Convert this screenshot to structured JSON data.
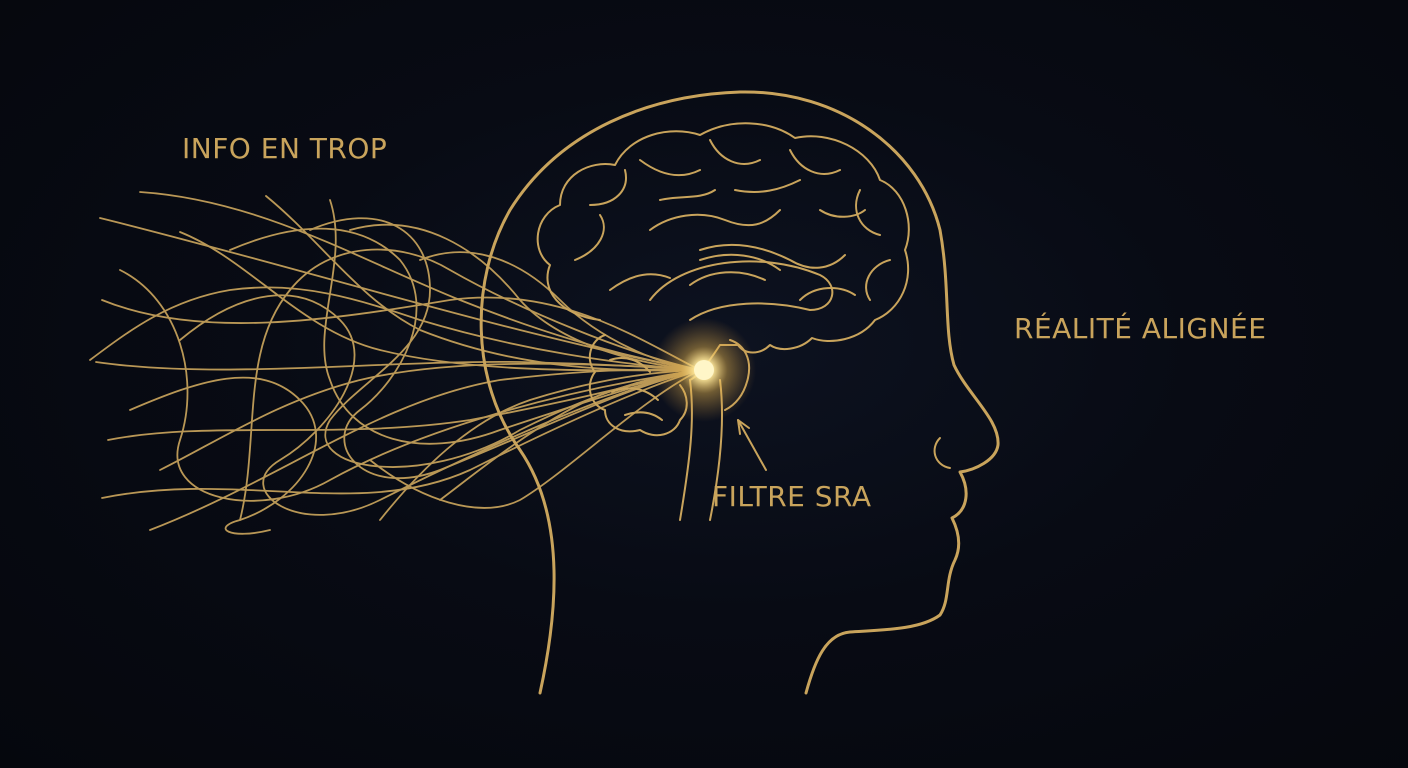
{
  "labels": {
    "info_overload": "INFO EN TROP",
    "aligned_reality": "RÉALITÉ ALIGNÉE",
    "ras_filter": "FILTRE SRA"
  },
  "colors": {
    "background": "#070a12",
    "gold": "#c9a45c",
    "gold_light": "#e8c77e",
    "glow": "#fff2b0"
  },
  "icons": {
    "head": "head-profile-outline",
    "brain": "brain-outline",
    "filter_point": "glowing-filter-point",
    "arrow": "pointer-arrow"
  }
}
